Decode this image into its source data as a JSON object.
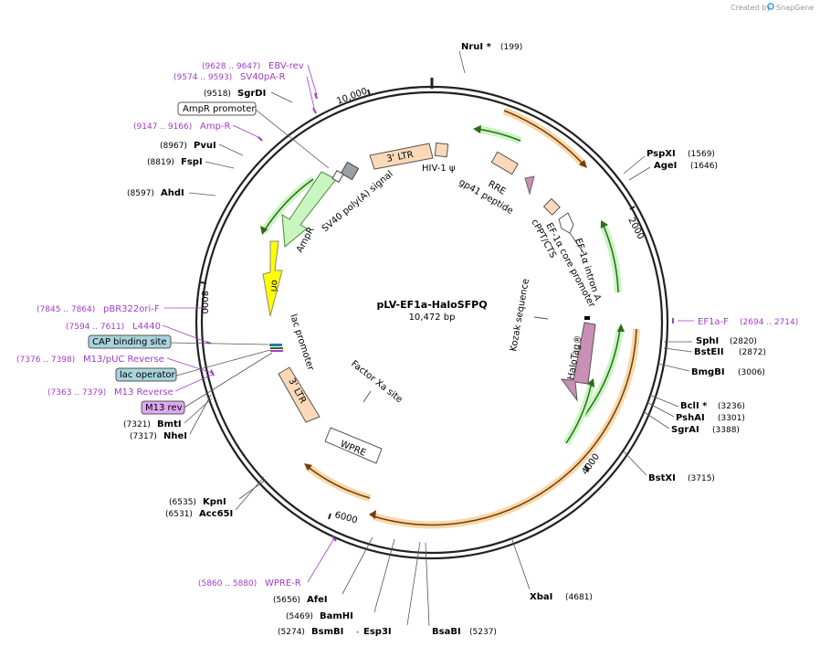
{
  "credit": {
    "text": "Created by",
    "brand": "SnapGene"
  },
  "plasmid": {
    "name": "pLV-EF1a-HaloSFPQ",
    "size": "10,472 bp"
  },
  "ticks": [
    "2000",
    "4000",
    "6000",
    "8000",
    "10,000"
  ],
  "enzymes": [
    {
      "name": "NruI *",
      "pos": "(199)"
    },
    {
      "name": "PspXI",
      "pos": "(1569)"
    },
    {
      "name": "AgeI",
      "pos": "(1646)"
    },
    {
      "name": "SphI",
      "pos": "(2820)"
    },
    {
      "name": "BstEII",
      "pos": "(2872)"
    },
    {
      "name": "BmgBI",
      "pos": "(3006)"
    },
    {
      "name": "BclI *",
      "pos": "(3236)"
    },
    {
      "name": "PshAI",
      "pos": "(3301)"
    },
    {
      "name": "SgrAI",
      "pos": "(3388)"
    },
    {
      "name": "BstXI",
      "pos": "(3715)"
    },
    {
      "name": "XbaI",
      "pos": "(4681)"
    },
    {
      "name": "BsaBI",
      "pos": "(5237)"
    },
    {
      "name": "BsmBI",
      "pos": "(5274)"
    },
    {
      "name": "Esp3I",
      "pos": ""
    },
    {
      "name": "BamHI",
      "pos": "(5469)"
    },
    {
      "name": "AfeI",
      "pos": "(5656)"
    },
    {
      "name": "Acc65I",
      "pos": "(6531)"
    },
    {
      "name": "KpnI",
      "pos": "(6535)"
    },
    {
      "name": "NheI",
      "pos": "(7317)"
    },
    {
      "name": "BmtI",
      "pos": "(7321)"
    },
    {
      "name": "AhdI",
      "pos": "(8597)"
    },
    {
      "name": "FspI",
      "pos": "(8819)"
    },
    {
      "name": "PvuI",
      "pos": "(8967)"
    },
    {
      "name": "SgrDI",
      "pos": "(9518)"
    }
  ],
  "primers": [
    {
      "name": "EBV-rev",
      "range": "(9628 .. 9647)"
    },
    {
      "name": "SV40pA-R",
      "range": "(9574 .. 9593)"
    },
    {
      "name": "Amp-R",
      "range": "(9147 .. 9166)"
    },
    {
      "name": "pBR322ori-F",
      "range": "(7845 .. 7864)"
    },
    {
      "name": "L4440",
      "range": "(7594 .. 7611)"
    },
    {
      "name": "M13/pUC Reverse",
      "range": "(7376 .. 7398)"
    },
    {
      "name": "M13 Reverse",
      "range": "(7363 .. 7379)"
    },
    {
      "name": "EF1a-F",
      "range": "(2694 .. 2714)"
    },
    {
      "name": "WPRE-R",
      "range": "(5860 .. 5880)"
    }
  ],
  "boxed_features": [
    {
      "name": "AmpR promoter",
      "style": "plain"
    },
    {
      "name": "CAP binding site",
      "style": "blue"
    },
    {
      "name": "lac operator",
      "style": "blue"
    },
    {
      "name": "M13 rev",
      "style": "purple"
    }
  ],
  "features": {
    "ltr5": "3' LTR",
    "hiv": "HIV-1 ψ",
    "rre": "RRE",
    "gp41": "gp41 peptide",
    "cppt": "cPPT/CTS",
    "ef1a_core": "EF-1α core promoter",
    "ef1a_intron": "EF-1α intron A",
    "kozak": "Kozak sequence",
    "halotag": "HaloTag®",
    "factorxa": "Factor Xa site",
    "wpre": "WPRE",
    "ltr3": "3' LTR",
    "lacp": "lac promoter",
    "ori": "ori",
    "ampr": "AmpR",
    "sv40": "SV40 poly(A) signal"
  },
  "colors": {
    "backbone": "#222222",
    "orf_green_fill": "#c8f5c0",
    "orf_green_line": "#2d6a1e",
    "orange_glow": "#f7d9a8",
    "orange_line": "#7a3a10",
    "ltr_fill": "#fbd9b8",
    "ori_fill": "#ffff00",
    "halotag_fill": "#c890b4",
    "primer_color": "#a23cc8",
    "blue_box": "#a8d4dc",
    "purple_box": "#dca8f0"
  }
}
